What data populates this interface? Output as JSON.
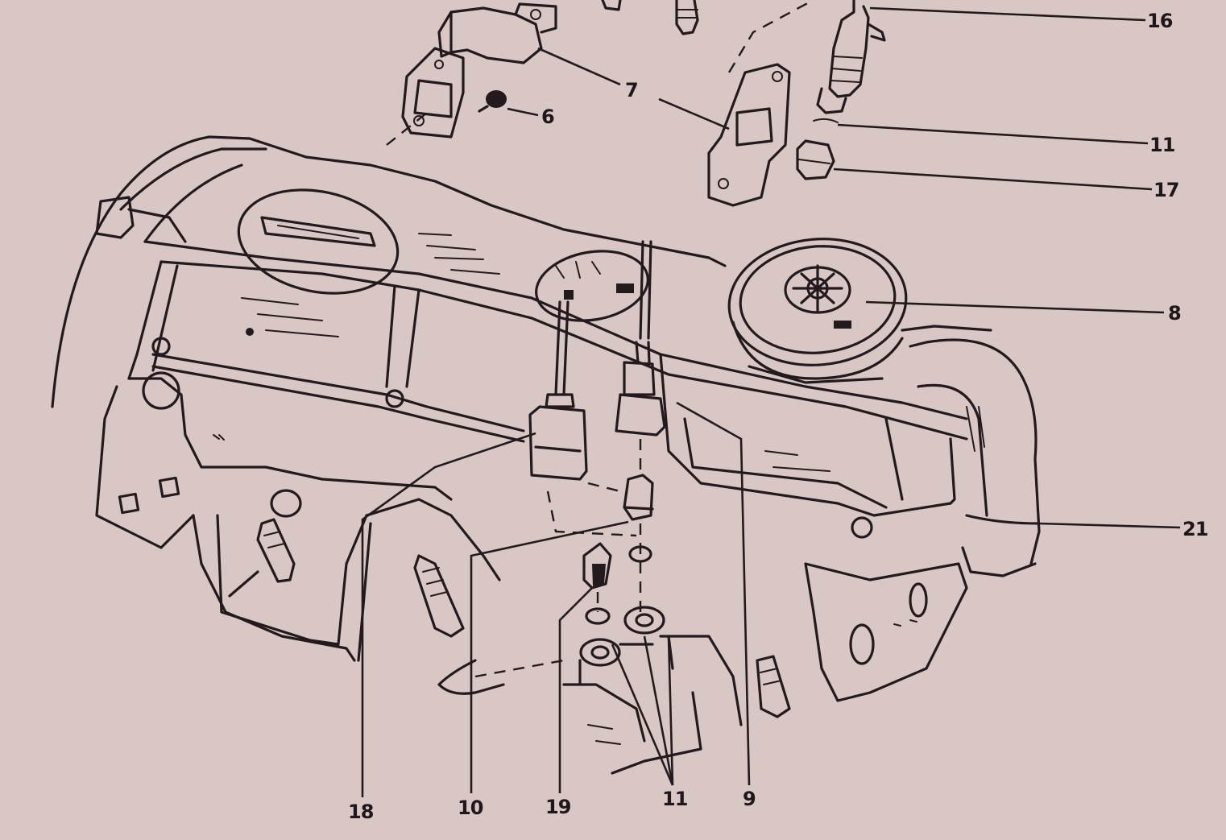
{
  "callouts": [
    {
      "id": "6",
      "text": "6"
    },
    {
      "id": "7",
      "text": "7"
    },
    {
      "id": "16",
      "text": "16"
    },
    {
      "id": "11-top",
      "text": "11"
    },
    {
      "id": "17",
      "text": "17"
    },
    {
      "id": "8",
      "text": "8"
    },
    {
      "id": "21",
      "text": "21"
    },
    {
      "id": "18",
      "text": "18"
    },
    {
      "id": "10",
      "text": "10"
    },
    {
      "id": "19",
      "text": "19"
    },
    {
      "id": "11-bottom",
      "text": "11"
    },
    {
      "id": "9",
      "text": "9"
    }
  ],
  "colors": {
    "paper": "#d9c7c6",
    "ink": "#231a1e"
  }
}
